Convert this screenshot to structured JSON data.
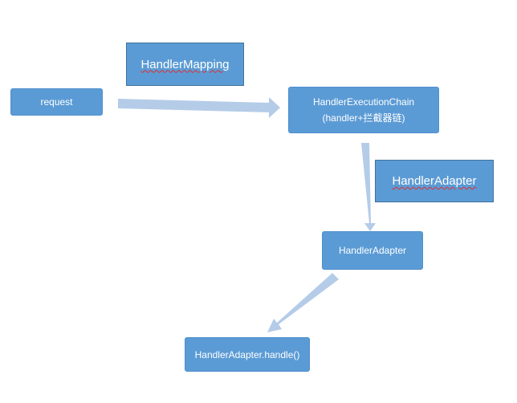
{
  "nodes": {
    "request": "request",
    "chain_line1": "HandlerExecutionChain",
    "chain_line2": "(handler+拦截器链)",
    "adapter": "HandlerAdapter",
    "handle": "HandlerAdapter.handle()"
  },
  "labels": {
    "mapping": "HandlerMapping",
    "adapter": "HandlerAdapter"
  },
  "colors": {
    "box_fill": "#5b9bd5",
    "label_border": "#41719c",
    "arrow": "#b4cce8",
    "spellcheck": "#e03030"
  }
}
